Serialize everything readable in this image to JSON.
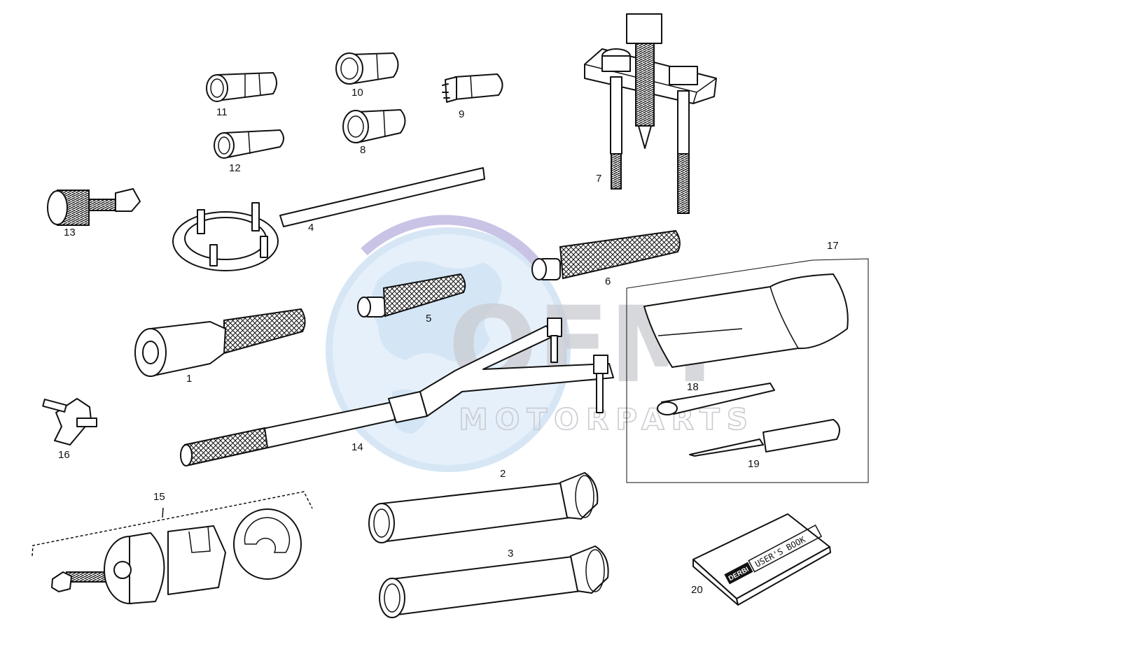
{
  "watermark": {
    "brand": "OEM",
    "subtitle": "MOTORPARTS",
    "globe_color": "#cfe3f4",
    "accent_color": "#b9b3da",
    "text_color": "#c9cbd0"
  },
  "book": {
    "brand": "DERBI",
    "title": "USER'S BOOK"
  },
  "callouts": {
    "p1": "1",
    "p2": "2",
    "p3": "3",
    "p4": "4",
    "p5": "5",
    "p6": "6",
    "p7": "7",
    "p8": "8",
    "p9": "9",
    "p10": "10",
    "p11": "11",
    "p12": "12",
    "p13": "13",
    "p14": "14",
    "p15": "15",
    "p16": "16",
    "p17": "17",
    "p18": "18",
    "p19": "19",
    "p20": "20"
  }
}
